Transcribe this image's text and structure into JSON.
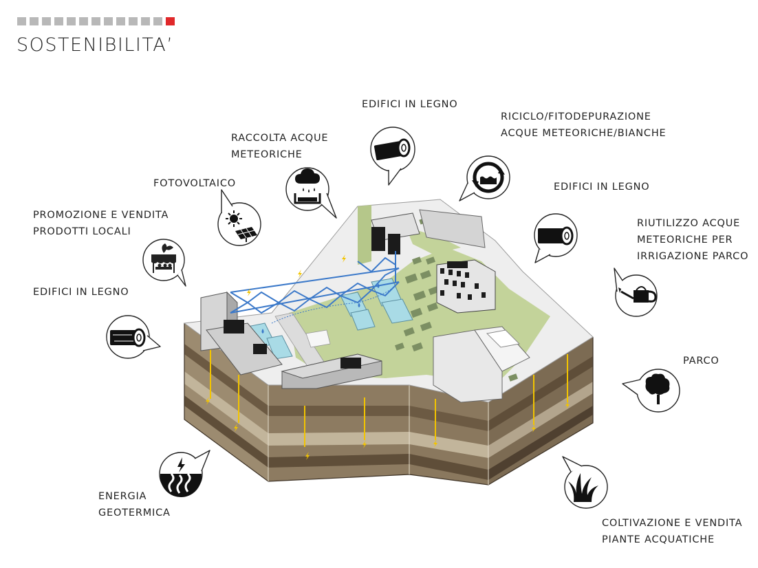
{
  "header": {
    "progress_total": 13,
    "progress_active_index": 12,
    "accent_color": "#e0282a",
    "inactive_color": "#b8b8b8",
    "title": "SOSTENIBILITA’"
  },
  "labels": {
    "promozione": "PROMOZIONE E VENDITA\nPRODOTTI LOCALI",
    "edifici_left": "EDIFICI IN LEGNO",
    "fotovoltaico": "FOTOVOLTAICO",
    "raccolta": "RACCOLTA ACQUE\nMETEORICHE",
    "edifici_top": "EDIFICI IN LEGNO",
    "riciclo": "RICICLO/FITODEPURAZIONE\nACQUE METEORICHE/BIANCHE",
    "edifici_right": "EDIFICI IN LEGNO",
    "riutilizzo": "RIUTILIZZO ACQUE\nMETEORICHE PER\nIRRIGAZIONE PARCO",
    "parco": "PARCO",
    "energia": "ENERGIA\nGEOTERMICA",
    "coltivazione": "COLTIVAZIONE E VENDITA\nPIANTE ACQUATICHE"
  },
  "icons": [
    "market-stall-icon",
    "log-icon",
    "sun-solar-panel-icon",
    "rain-cloud-basin-icon",
    "recycle-water-icon",
    "watering-can-icon",
    "tree-icon",
    "geothermal-icon",
    "aquatic-grass-icon"
  ],
  "colors": {
    "grass": "#c3d39a",
    "water": "#a9dbe6",
    "truss": "#3a78c9",
    "soil_light": "#b3a58d",
    "soil_dark": "#6c5a43",
    "energy_line": "#f2c400"
  }
}
